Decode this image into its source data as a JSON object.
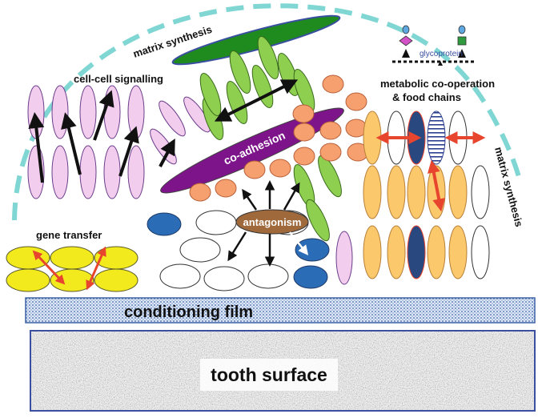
{
  "labels": {
    "matrix_synthesis_top": "matrix synthesis",
    "matrix_synthesis_right": "matrix synthesis",
    "cell_cell_signalling": "cell-cell signalling",
    "metabolic_line1": "metabolic co-operation",
    "metabolic_line2": "& food chains",
    "glycoprotein": "glycoprotein",
    "co_adhesion": "co-adhesion",
    "antagonism": "antagonism",
    "gene_transfer": "gene transfer",
    "conditioning_film": "conditioning film",
    "tooth_surface": "tooth surface"
  },
  "colors": {
    "pink_cell": "#f2cdee",
    "green_cell": "#8fcf4f",
    "orange_cell": "#f6a06f",
    "yellow_cell": "#f2ea1c",
    "gold_cell": "#fbc86b",
    "blue_cell": "#2b6cb7",
    "navy_cell": "#28487f",
    "purple": "#7d148a",
    "brown": "#a0693c",
    "dark_green": "#1f8a1e",
    "teal_dash": "#7fd6d3",
    "red_arrow": "#e8452f",
    "film": "#c9d8ef"
  }
}
